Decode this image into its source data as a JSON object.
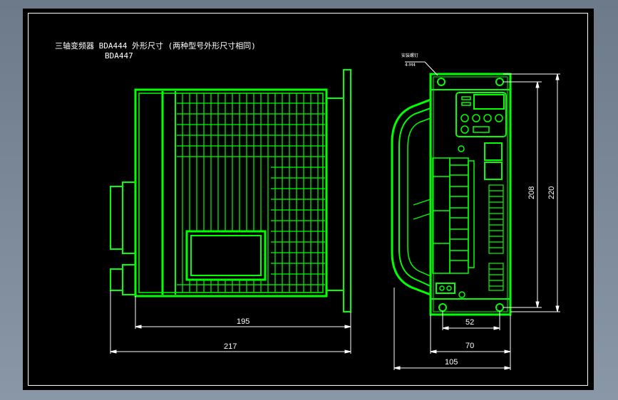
{
  "drawing": {
    "title_line1": "三轴变频器 BDA444 外形尺寸 (两种型号外形尺寸相同)",
    "title_line2": "BDA447",
    "mounting_label_1": "安装螺钉",
    "mounting_label_2": "4-M4"
  },
  "dimensions": {
    "side_inner_width": "195",
    "side_outer_width": "217",
    "front_hole_spacing": "52",
    "front_width": "70",
    "front_total_width": "105",
    "front_hole_height": "208",
    "front_total_height": "220"
  },
  "colors": {
    "outline": "#00ff00",
    "background": "#000000",
    "dimension": "#ffffff"
  }
}
